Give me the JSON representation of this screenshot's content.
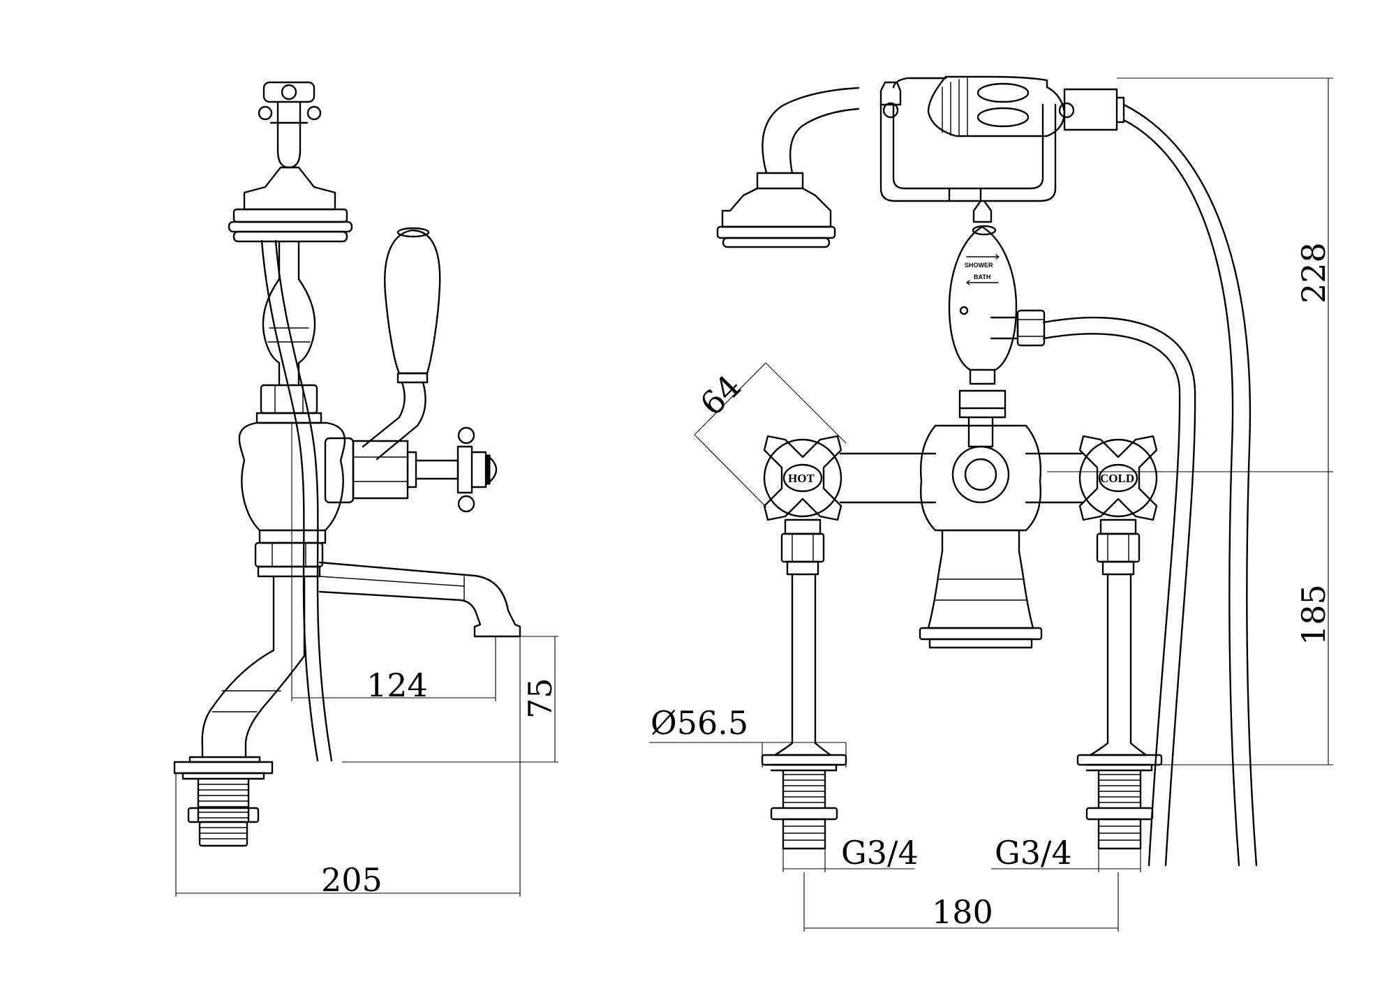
{
  "side_view": {
    "dimensions": {
      "spout_reach": "124",
      "spout_height": "75",
      "overall_depth": "205"
    }
  },
  "front_view": {
    "labels": {
      "hot": "HOT",
      "cold": "COLD",
      "diverter_top": "SHOWER",
      "diverter_bottom": "BATH"
    },
    "dimensions": {
      "handle_span": "64",
      "flange_diameter": "Ø56.5",
      "thread_left": "G3/4",
      "thread_right": "G3/4",
      "centres": "180",
      "overall_height": "228",
      "handle_height": "185"
    }
  }
}
